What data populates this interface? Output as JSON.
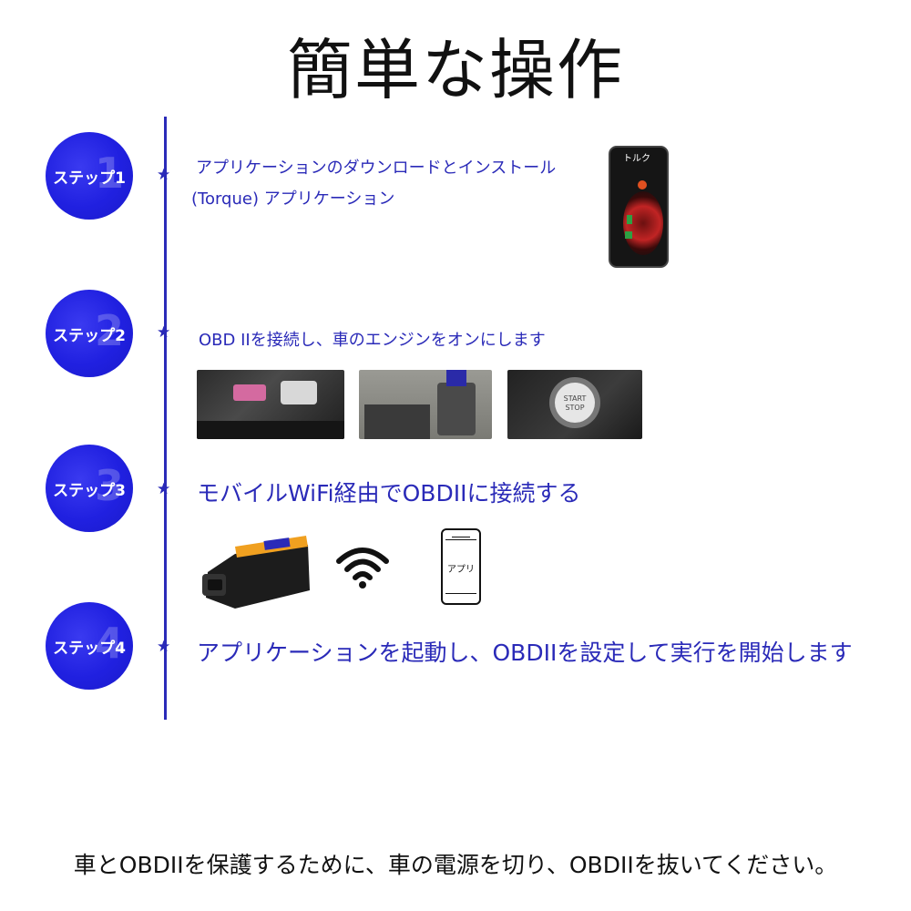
{
  "title": "簡単な操作",
  "steps": [
    {
      "label": "ステップ",
      "num": "1",
      "lines": [
        "アプリケーションのダウンロードとインストール",
        "(Torque) アプリケーション"
      ]
    },
    {
      "label": "ステップ",
      "num": "2",
      "lines": [
        "OBD IIを接続し、車のエンジンをオンにします"
      ]
    },
    {
      "label": "ステップ",
      "num": "3",
      "lines": [
        "モバイルWiFi経由でOBDIIに接続する"
      ]
    },
    {
      "label": "ステップ",
      "num": "4",
      "lines": [
        "アプリケーションを起動し、OBDIIを設定して実行を開始します"
      ]
    }
  ],
  "phone_screen_title": "トルク",
  "app_phone_label": "アプリ",
  "footer": "車とOBDIIを保護するために、車の電源を切り、OBDIIを抜いてください。",
  "colors": {
    "accent": "#2a2ab8",
    "circle": "#2020e0"
  }
}
